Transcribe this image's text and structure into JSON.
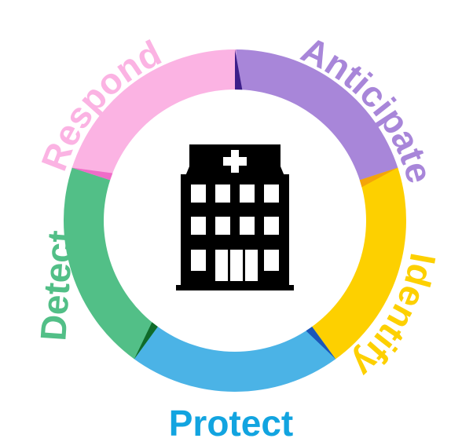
{
  "diagram": {
    "center_icon": "hospital-building-icon",
    "stages": [
      {
        "label": "Anticipate",
        "color": "#A886D9",
        "accent": "#3D1F8A"
      },
      {
        "label": "Identify",
        "color": "#FDD000",
        "accent": "#F4A40A"
      },
      {
        "label": "Protect",
        "color": "#4BB3E6",
        "accent": "#1B56B8"
      },
      {
        "label": "Detect",
        "color": "#52BF87",
        "accent": "#0F6B2A"
      },
      {
        "label": "Respond",
        "color": "#FBB3E3",
        "accent": "#F06CC8"
      }
    ],
    "label_colors": {
      "anticipate": "#A886D9",
      "identify": "#FDD000",
      "protect": "#12A4E0",
      "detect": "#52BF87",
      "respond": "#FBB3E3"
    }
  }
}
